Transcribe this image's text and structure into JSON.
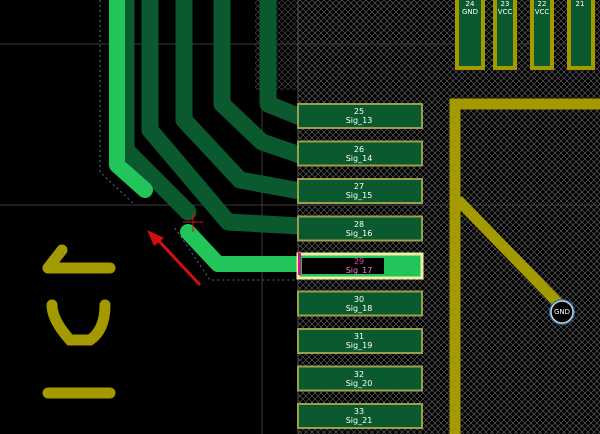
{
  "component": {
    "designator_letters": [
      "I",
      "C",
      "1"
    ]
  },
  "pads": [
    {
      "number": "25",
      "signal": "Sig_13",
      "selected": false
    },
    {
      "number": "26",
      "signal": "Sig_14",
      "selected": false
    },
    {
      "number": "27",
      "signal": "Sig_15",
      "selected": false
    },
    {
      "number": "28",
      "signal": "Sig_16",
      "selected": false
    },
    {
      "number": "29",
      "signal": "Sig_17",
      "selected": true
    },
    {
      "number": "30",
      "signal": "Sig_18",
      "selected": false
    },
    {
      "number": "31",
      "signal": "Sig_19",
      "selected": false
    },
    {
      "number": "32",
      "signal": "Sig_20",
      "selected": false
    },
    {
      "number": "33",
      "signal": "Sig_21",
      "selected": false
    }
  ],
  "top_pads": [
    {
      "number": "24",
      "net": "GND"
    },
    {
      "number": "23",
      "net": "VCC"
    },
    {
      "number": "22",
      "net": "VCC"
    },
    {
      "number": "21",
      "net": ""
    }
  ],
  "via": {
    "net": "GND"
  },
  "colors": {
    "background": "#000000",
    "grid": "#3a3a3a",
    "trace_dark": "#0b5a2f",
    "trace_highlight": "#22c55a",
    "pad": "#0b5a2f",
    "pad_border": "#9aa04a",
    "gnd_track": "#a39a00",
    "silkscreen": "#a39a00",
    "selection_outline": "#f2f0a0",
    "pin_marker": "#d4148c",
    "arrow": "#d01010",
    "hatch_line": "#6a6a6a"
  }
}
